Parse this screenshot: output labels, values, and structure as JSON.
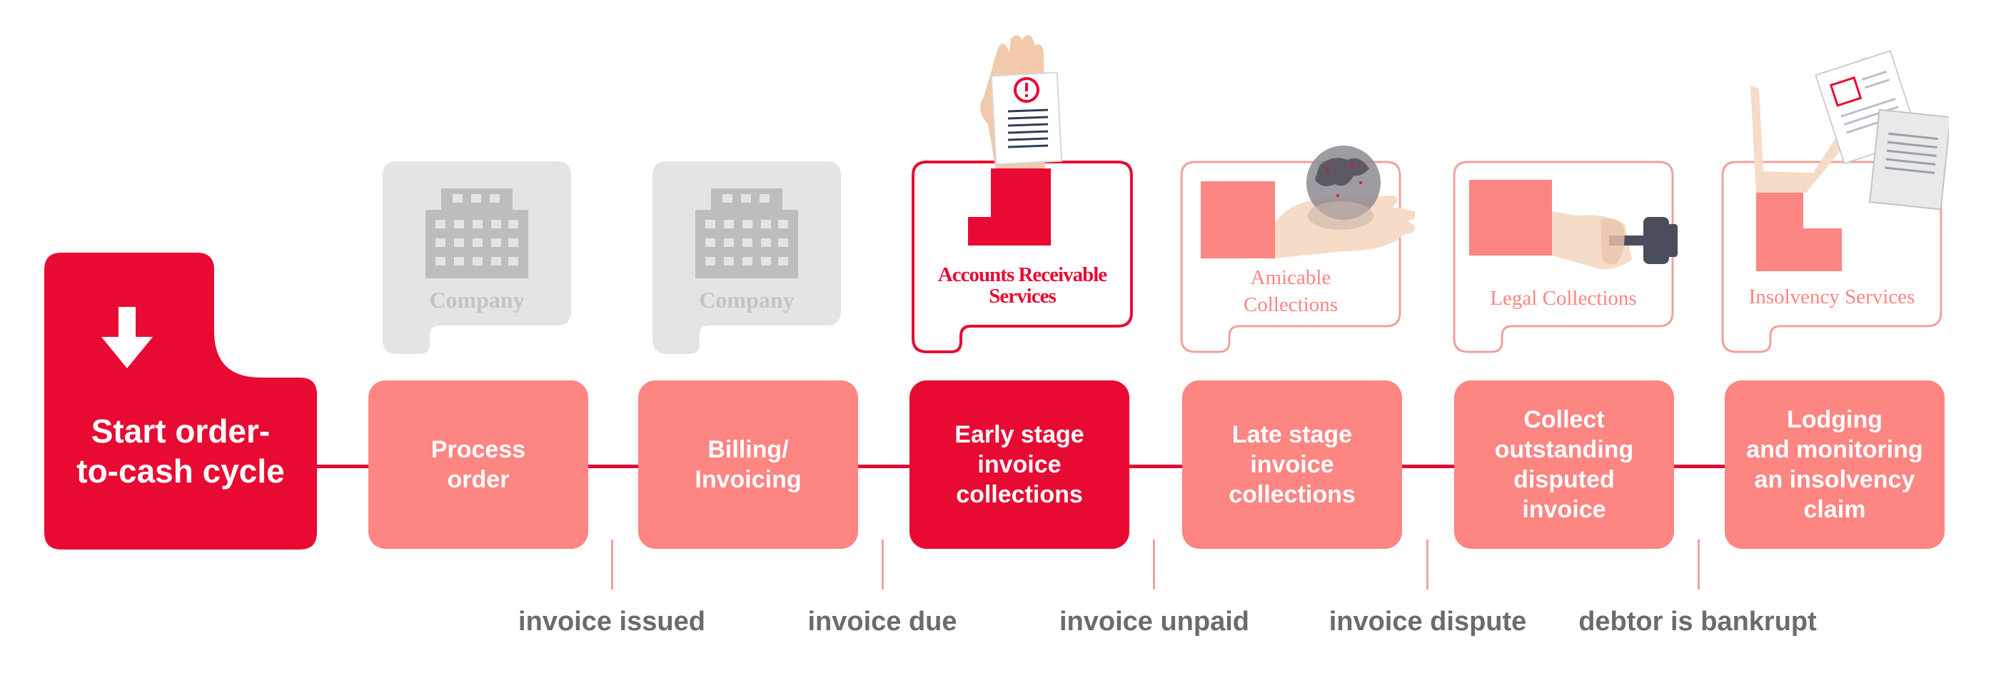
{
  "start": {
    "label_line1": "Start order-",
    "label_line2": "to-cash cycle",
    "icon": "arrow-down-icon"
  },
  "steps": [
    {
      "lines": [
        "Process",
        "order"
      ]
    },
    {
      "lines": [
        "Billing/",
        "Invoicing"
      ]
    },
    {
      "lines": [
        "Early stage",
        "invoice",
        "collections"
      ]
    },
    {
      "lines": [
        "Late stage",
        "invoice",
        "collections"
      ]
    },
    {
      "lines": [
        "Collect",
        "outstanding",
        "disputed",
        "invoice"
      ]
    },
    {
      "lines": [
        "Lodging",
        "and monitoring",
        "an insolvency",
        "claim"
      ]
    }
  ],
  "events": [
    "invoice issued",
    "invoice due",
    "invoice unpaid",
    "invoice dispute",
    "debtor is bankrupt"
  ],
  "cards": [
    {
      "label": "Company",
      "icon": "building-icon"
    },
    {
      "label": "Company",
      "icon": "building-icon"
    },
    {
      "label_line1": "Accounts Receivable",
      "label_line2": "Services",
      "icon": "hand-with-document-icon"
    },
    {
      "label_line1": "Amicable",
      "label_line2": "Collections",
      "icon": "hand-with-globe-icon"
    },
    {
      "label": "Legal Collections",
      "icon": "hand-with-gavel-icon"
    },
    {
      "label": "Insolvency Services",
      "icon": "hand-with-papers-icon"
    }
  ],
  "colors": {
    "accent": "#e80a33",
    "light": "#fd8582",
    "gray": "#6b6b6b",
    "card_gray": "#e4e4e2"
  }
}
